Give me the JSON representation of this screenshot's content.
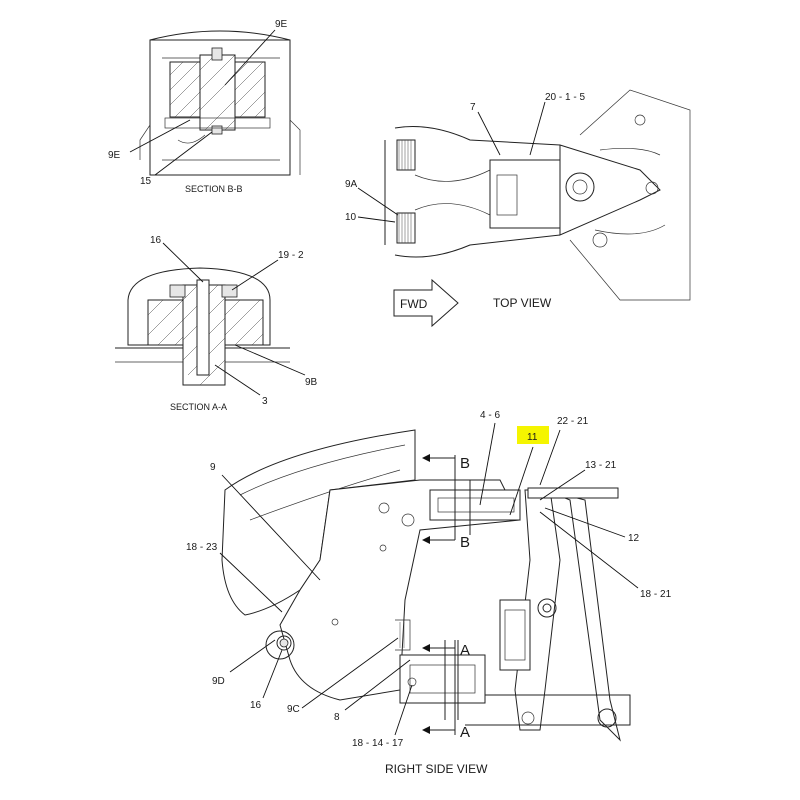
{
  "views": {
    "section_bb": {
      "caption": "SECTION B-B"
    },
    "section_aa": {
      "caption": "SECTION A-A"
    },
    "top_view": {
      "caption": "TOP VIEW",
      "fwd_label": "FWD"
    },
    "right_side_view": {
      "caption": "RIGHT SIDE VIEW"
    }
  },
  "callouts": {
    "bb_9e_top": "9E",
    "bb_9e_left": "9E",
    "bb_15": "15",
    "aa_16": "16",
    "aa_19_2": "19 - 2",
    "aa_9b": "9B",
    "aa_3": "3",
    "tv_7": "7",
    "tv_20_1_5": "20 - 1 - 5",
    "tv_9a": "9A",
    "tv_10": "10",
    "rs_4_6": "4 - 6",
    "rs_11": "11",
    "rs_22_21": "22 - 21",
    "rs_13_21": "13 - 21",
    "rs_12": "12",
    "rs_18_21": "18 - 21",
    "rs_9": "9",
    "rs_18_23": "18 - 23",
    "rs_9d": "9D",
    "rs_16": "16",
    "rs_9c": "9C",
    "rs_8": "8",
    "rs_18_14_17": "18 - 14 - 17",
    "rs_b_top": "B",
    "rs_b_bottom": "B",
    "rs_a_top": "A",
    "rs_a_bottom": "A"
  },
  "highlight": {
    "callout": "11",
    "color": "#f5f500"
  }
}
